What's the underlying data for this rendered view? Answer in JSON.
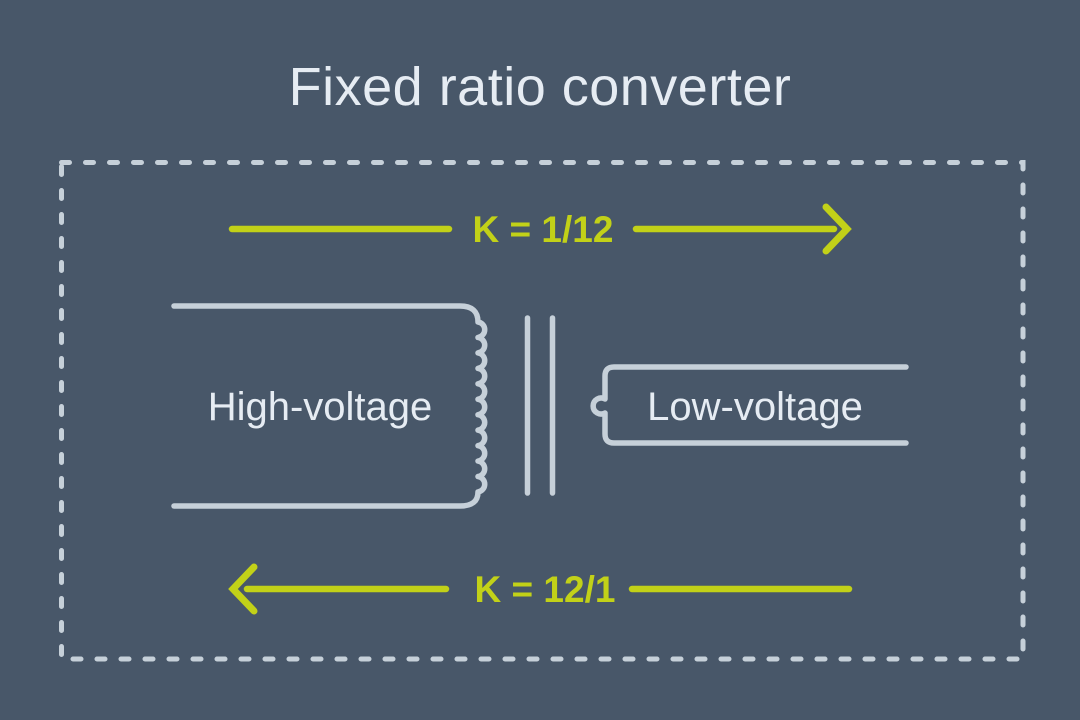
{
  "title": "Fixed ratio converter",
  "top_arrow": {
    "label": "K = 1/12",
    "direction": "right"
  },
  "bottom_arrow": {
    "label": "K = 12/1",
    "direction": "left"
  },
  "transformer": {
    "primary_label": "High-voltage",
    "secondary_label": "Low-voltage"
  },
  "colors": {
    "background": "#485769",
    "line": "#c6d0d9",
    "text": "#e6ecf3",
    "accent": "#c2d118"
  }
}
